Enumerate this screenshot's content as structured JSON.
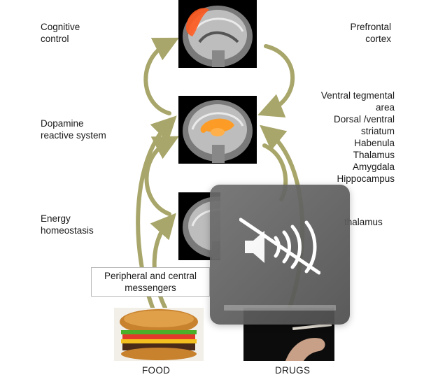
{
  "labels_left": {
    "cognitive": [
      "Cognitive",
      "control"
    ],
    "dopamine": [
      "Dopamine",
      "reactive system"
    ],
    "energy": [
      "Energy",
      "homeostasis"
    ]
  },
  "labels_right": {
    "prefrontal": [
      "Prefrontal",
      "cortex"
    ],
    "regions": [
      "Ventral tegmental",
      "area",
      "Dorsal /ventral",
      "striatum",
      "Habenula",
      "Thalamus",
      "Amygdala",
      "Hippocampus"
    ],
    "hypothalamus_partial": "thalamus"
  },
  "messenger_box": [
    "Peripheral and central",
    "messengers"
  ],
  "captions": {
    "food": "FOOD",
    "drugs": "DRUGS"
  },
  "overlay": {
    "type": "volume-mute-hud",
    "icon": "speaker-muted-icon",
    "volume_level": 0
  },
  "colors": {
    "arrow": "#a8a66a",
    "highlight_prefrontal": "#ff5a1e",
    "highlight_dopamine": "#ff9a1e",
    "hud_bg": "#6e6e6e"
  }
}
